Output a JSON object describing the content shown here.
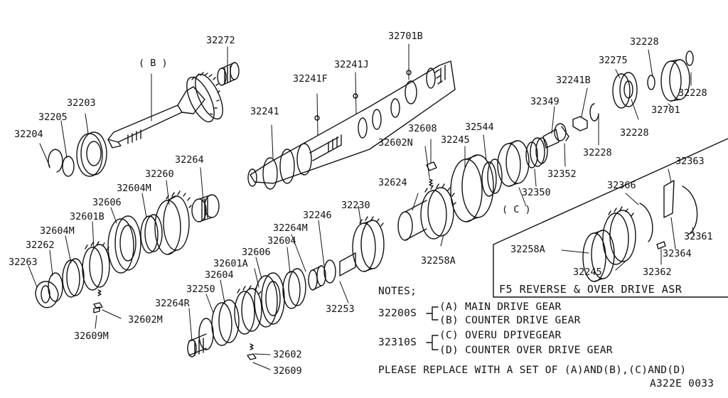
{
  "diagram_code": "A322E 0033",
  "group_labels": {
    "b": "( B )",
    "c": "( C )"
  },
  "parts": {
    "p32272": "32272",
    "p32701B": "32701B",
    "p32241J": "32241J",
    "p32241F": "32241F",
    "p32241": "32241",
    "p32203": "32203",
    "p32205": "32205",
    "p32204": "32204",
    "p32228a": "32228",
    "p32275": "32275",
    "p32241B": "32241B",
    "p32228b": "32228",
    "p32701": "32701",
    "p32349": "32349",
    "p32228c": "32228",
    "p32228d": "32228",
    "p32608": "32608",
    "p32544": "32544",
    "p32602N": "32602N",
    "p32245": "32245",
    "p32352": "32352",
    "p32350": "32350",
    "p32624": "32624",
    "p32258A": "32258A",
    "p32264": "32264",
    "p32260": "32260",
    "p32604Ma": "32604M",
    "p32606a": "32606",
    "p32601B": "32601B",
    "p32604Mb": "32604M",
    "p32262": "32262",
    "p32263": "32263",
    "p32602M": "32602M",
    "p32609M": "32609M",
    "p32230": "32230",
    "p32246": "32246",
    "p32264M": "32264M",
    "p32604a": "32604",
    "p32606b": "32606",
    "p32601A": "32601A",
    "p32604b": "32604",
    "p32250": "32250",
    "p32264R": "32264R",
    "p32253": "32253",
    "p32602": "32602",
    "p32609": "32609"
  },
  "inset": {
    "title": "F5  REVERSE & OVER DRIVE  ASR",
    "parts": {
      "p32363": "32363",
      "p32366": "32366",
      "p32361": "32361",
      "p32258A": "32258A",
      "p32364": "32364",
      "p32245": "32245",
      "p32362": "32362"
    }
  },
  "notes": {
    "heading": "NOTES;",
    "set1_code": "32200S",
    "set1_a": "(A) MAIN DRIVE GEAR",
    "set1_b": "(B) COUNTER DRIVE GEAR",
    "set2_code": "32310S",
    "set2_c": "(C) OVERU DPIVEGEAR",
    "set2_d": "(D) COUNTER OVER DRIVE GEAR",
    "footer": "PLEASE REPLACE WITH A SET OF (A)AND(B),(C)AND(D)"
  }
}
